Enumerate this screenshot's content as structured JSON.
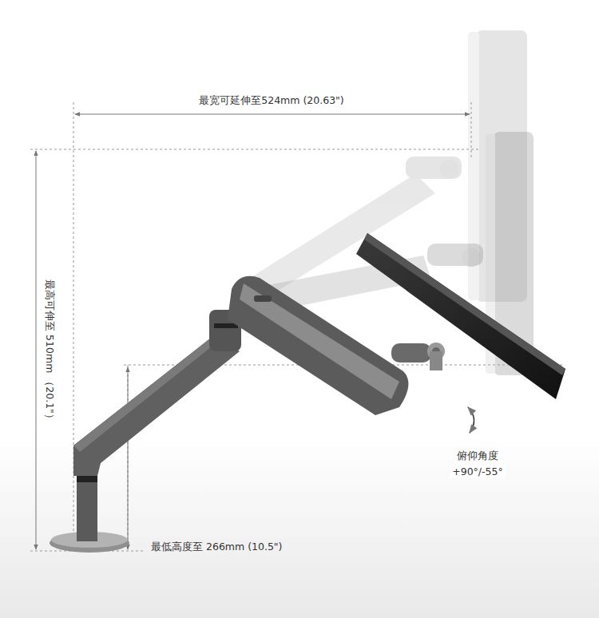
{
  "diagram": {
    "labels": [
      "最宽可延伸至524mm (20.63\")",
      "最高可伸至 510mm （20.1\"）",
      "最低高度至 266mm (10.5\")",
      "俯仰角度",
      "+90°/-55°"
    ]
  }
}
